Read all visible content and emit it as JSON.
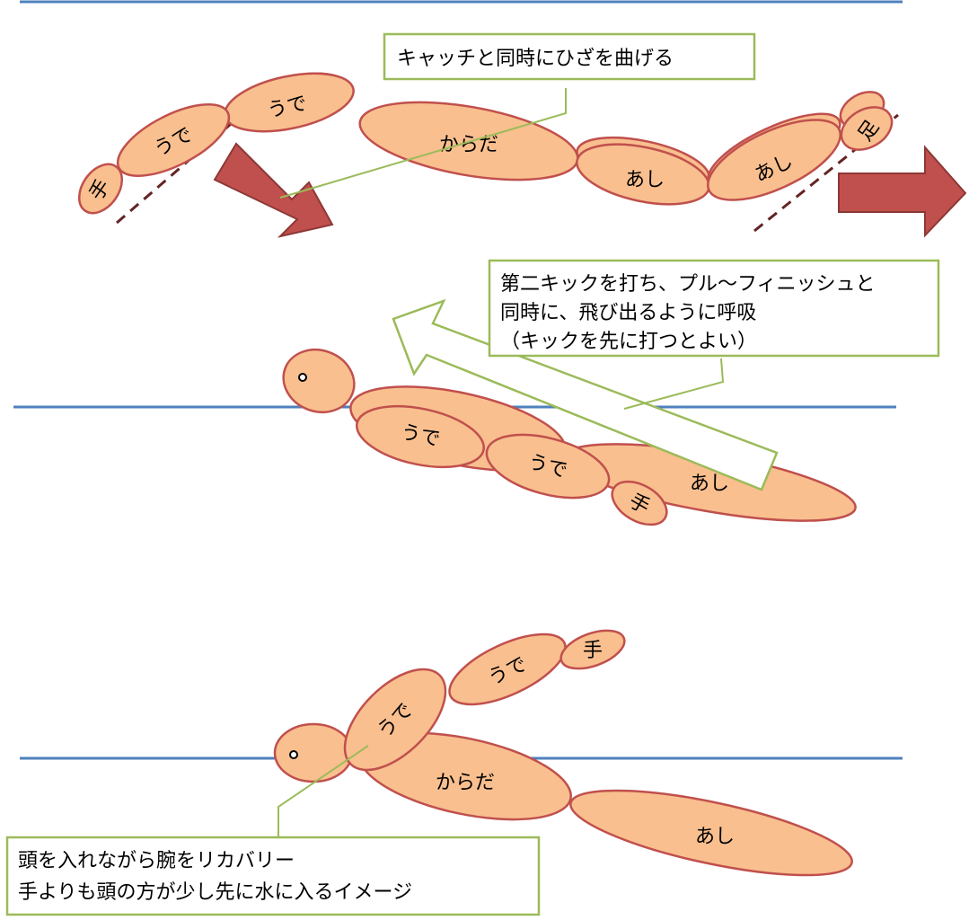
{
  "labels": {
    "hand": "手",
    "arm": "うで",
    "body": "からだ",
    "leg": "あし",
    "foot": "足"
  },
  "callouts": {
    "catch": [
      "キャッチと同時にひざを曲げる"
    ],
    "second_kick": [
      "第二キックを打ち、プル～フィニッシュと",
      "同時に、飛び出るように呼吸",
      "（キックを先に打つとよい）"
    ],
    "recovery": [
      "頭を入れながら腕をリカバリー",
      "手よりも頭の方が少し先に水に入るイメージ"
    ]
  },
  "colors": {
    "segment_fill": "#f9bf8f",
    "segment_stroke": "#c0504d",
    "water_line": "#4f81bd",
    "callout_border": "#9bbb59",
    "arrow": "#c0504d",
    "guide_line": "#632423"
  }
}
